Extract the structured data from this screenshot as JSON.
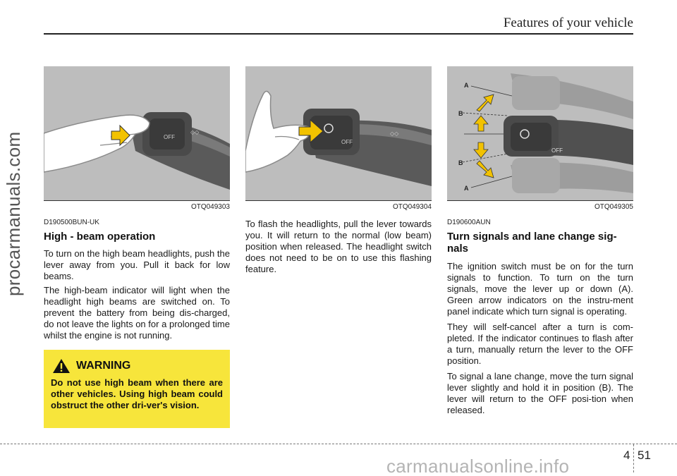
{
  "header": {
    "title": "Features of your vehicle"
  },
  "side_watermark": "procarmanuals.com",
  "figures": [
    {
      "code": "OTQ049303"
    },
    {
      "code": "OTQ049304"
    },
    {
      "code": "OTQ049305",
      "labels": {
        "a_top": "A",
        "b_top": "B",
        "b_bottom": "B",
        "a_bottom": "A"
      }
    }
  ],
  "sections": {
    "high_beam": {
      "ref": "D190500BUN-UK",
      "heading": "High - beam operation",
      "p1": "To turn on the high beam headlights, push the lever away from you. Pull it back for low beams.",
      "p2": "The high-beam indicator will light when the headlight high beams are switched on. To prevent the battery from being dis-charged, do not leave the lights on for a prolonged time whilst the engine is not running."
    },
    "flash": {
      "p1": "To flash the headlights, pull the lever towards you. It will return to the normal (low beam) position when released. The headlight switch does not need to be on to use this flashing feature."
    },
    "turn_signals": {
      "ref": "D190600AUN",
      "heading": "Turn signals and lane change sig-nals",
      "p1": "The ignition switch must be on for the turn signals to function. To turn on the turn signals, move the lever up or down (A). Green arrow indicators on the instru-ment panel indicate which turn signal is operating.",
      "p2": "They will self-cancel after a turn is com-pleted. If the indicator continues to flash after a turn, manually return the lever to the OFF position.",
      "p3": "To signal a lane change, move the turn signal lever slightly and hold it in position (B). The lever will return to the OFF posi-tion when released."
    }
  },
  "warning": {
    "title": "WARNING",
    "text": "Do not use high beam when there are other vehicles. Using high beam could obstruct the other dri-ver's vision."
  },
  "footer": {
    "chapter": "4",
    "page": "51"
  },
  "bottom_watermark": "carmanualsonline.info",
  "colors": {
    "warning_bg": "#f7e53b",
    "arrow": "#f2c200",
    "figure_bg": "#b9b9b9"
  }
}
